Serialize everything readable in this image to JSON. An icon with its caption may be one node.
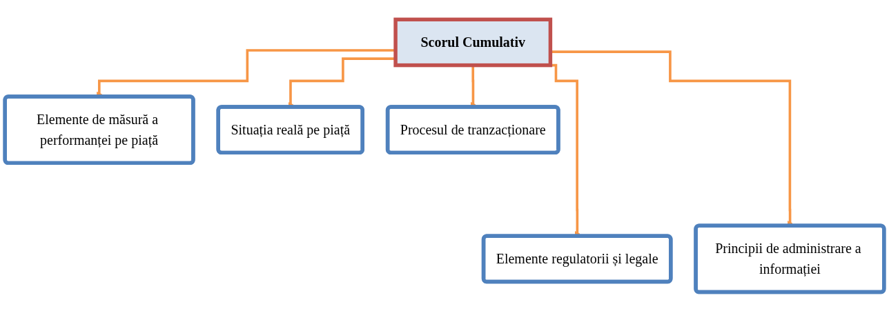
{
  "diagram": {
    "nodes": [
      {
        "text": [
          "Scorul Cumulativ"
        ]
      },
      {
        "text": [
          "Elemente de măsură a performanței pe piață"
        ]
      },
      {
        "text": [
          "Elemente regulatorii și legale"
        ]
      },
      {
        "text": [
          "Situația reală pe piață"
        ]
      },
      {
        "text": [
          "Principii de administrare a informației"
        ]
      },
      {
        "text": [
          "Procesul de tranzacționare"
        ]
      }
    ],
    "edges": [
      {
        "from": 0,
        "to": 1,
        "arrow": "to"
      },
      {
        "from": 0,
        "to": 2,
        "arrow": "to"
      },
      {
        "from": 0,
        "to": 3,
        "arrow": "to"
      },
      {
        "from": 0,
        "to": 4,
        "arrow": "to"
      },
      {
        "from": 0,
        "to": 5,
        "arrow": "to"
      }
    ]
  }
}
